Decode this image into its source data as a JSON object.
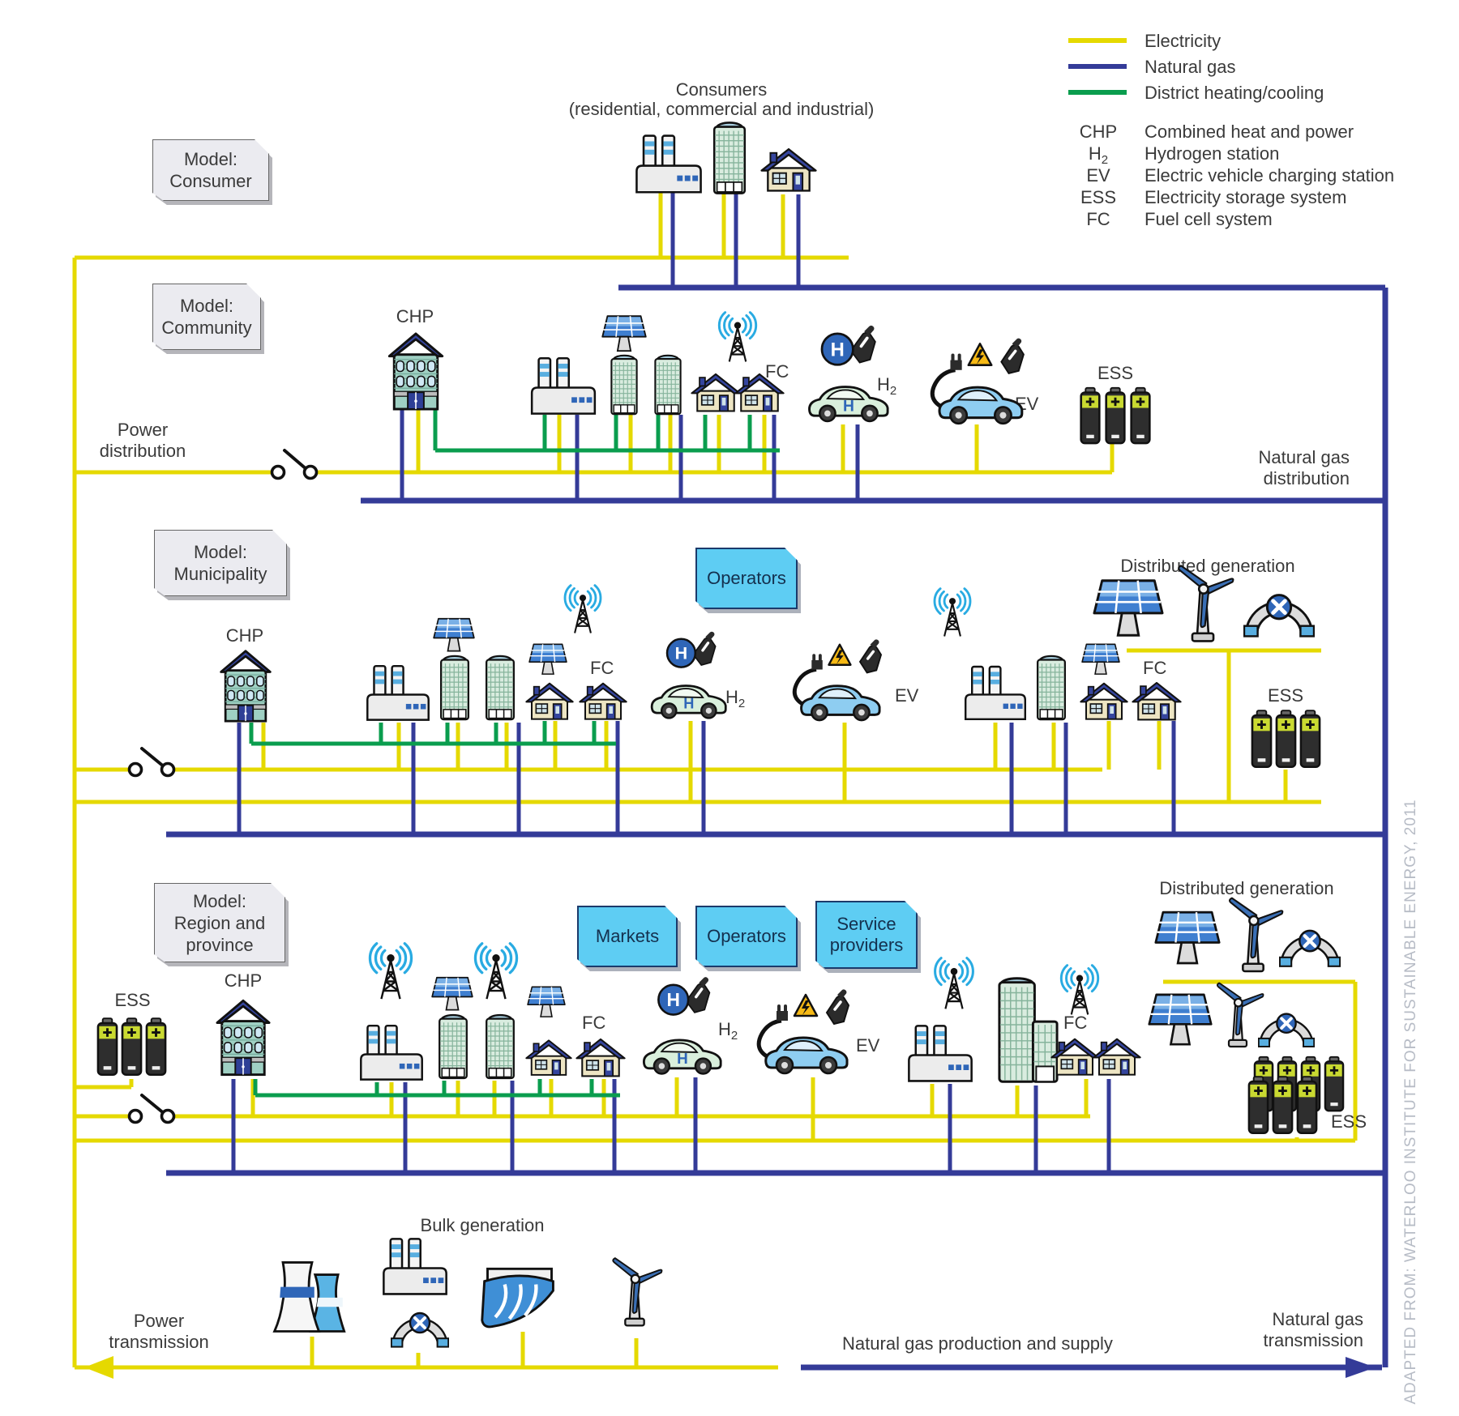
{
  "colors": {
    "electricity": "#e5d900",
    "natural_gas": "#343b98",
    "district_heating": "#0a9d4e",
    "info_box_fill": "#5ecdf3",
    "model_box_fill": "#ebebf0",
    "antenna_wave": "#29abe2"
  },
  "legend": {
    "lines": [
      {
        "label": "Electricity",
        "color": "#e5d900"
      },
      {
        "label": "Natural gas",
        "color": "#343b98"
      },
      {
        "label": "District heating/cooling",
        "color": "#0a9d4e"
      }
    ],
    "abbreviations": [
      {
        "abbr": "CHP",
        "description": "Combined heat and power"
      },
      {
        "abbr": "H",
        "sub": "2",
        "description": "Hydrogen station"
      },
      {
        "abbr": "EV",
        "description": "Electric vehicle charging station"
      },
      {
        "abbr": "ESS",
        "description": "Electricity storage system"
      },
      {
        "abbr": "FC",
        "description": "Fuel cell system"
      }
    ]
  },
  "consumers": {
    "title": "Consumers",
    "subtitle": "(residential, commercial and industrial)"
  },
  "model_boxes": {
    "consumer": [
      "Model:",
      "Consumer"
    ],
    "community": [
      "Model:",
      "Community"
    ],
    "municipality": [
      "Model:",
      "Municipality"
    ],
    "region": [
      "Model:",
      "Region and",
      "province"
    ]
  },
  "info_boxes": {
    "markets": "Markets",
    "operators": "Operators",
    "service_providers": [
      "Service",
      "providers"
    ]
  },
  "section_labels": {
    "power_distribution": [
      "Power",
      "distribution"
    ],
    "natural_gas_distribution": [
      "Natural gas",
      "distribution"
    ],
    "distributed_generation": "Distributed generation",
    "bulk_generation": "Bulk generation",
    "power_transmission": [
      "Power",
      "transmission"
    ],
    "natural_gas_production": "Natural gas production and supply",
    "natural_gas_transmission": [
      "Natural gas",
      "transmission"
    ]
  },
  "icon_labels": {
    "chp": "CHP",
    "fc": "FC",
    "h2_base": "H",
    "h2_sub": "2",
    "ev": "EV",
    "ess": "ESS"
  },
  "icons": {
    "factory-icon": "industrial plant with two chimneys",
    "office-tower-icon": "high-rise commercial building",
    "house-icon": "residential house with blue roof",
    "chp-building-icon": "combined heat and power building",
    "solar-panel-icon": "photovoltaic panel on stand",
    "antenna-icon": "communication tower with radio waves",
    "hydrogen-pump-icon": "blue H circle with fuel nozzle",
    "hydrogen-car-icon": "green car with H badge",
    "ev-car-icon": "blue car with charging plug, warning sign and nozzle",
    "battery-icon": "electricity storage battery cell",
    "wind-turbine-icon": "three-blade wind turbine",
    "gas-pipeline-icon": "arched pipe with valve wheel",
    "cooling-tower-icon": "power plant cooling towers",
    "hydro-dam-icon": "hydroelectric dam with spillways",
    "office-building-large-icon": "large office complex"
  },
  "attribution": "ADAPTED FROM: WATERLOO INSTITUTE FOR SUSTAINABLE ENERGY, 2011"
}
